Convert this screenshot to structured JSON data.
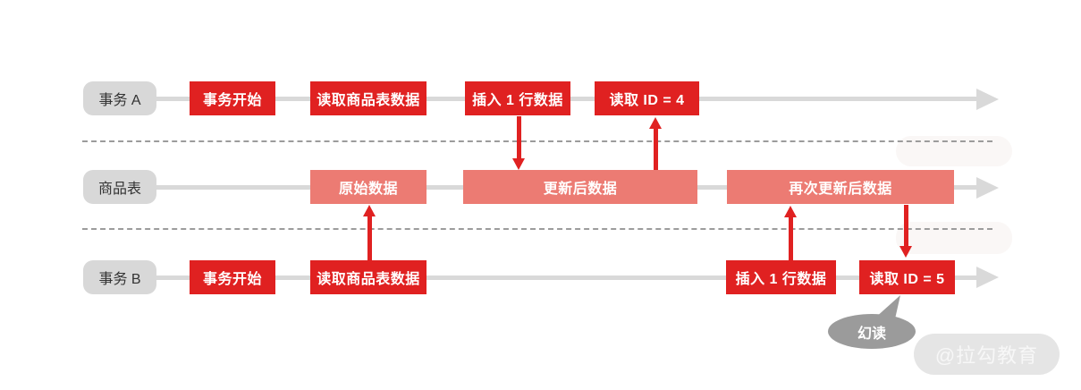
{
  "lanes": [
    {
      "label": "事务 A",
      "boxes": [
        "事务开始",
        "读取商品表数据",
        "插入 1 行数据",
        "读取 ID = 4"
      ]
    },
    {
      "label": "商品表",
      "boxes": [
        "原始数据",
        "更新后数据",
        "再次更新后数据"
      ]
    },
    {
      "label": "事务 B",
      "boxes": [
        "事务开始",
        "读取商品表数据",
        "插入 1 行数据",
        "读取 ID = 5"
      ]
    }
  ],
  "callout": {
    "label": "幻读"
  },
  "watermark": {
    "label": "@拉勾教育"
  },
  "colors": {
    "event_red": "#e02121",
    "table_salmon": "#ec7b73",
    "timeline_gray": "#d9d9d9",
    "pill_gray": "#d8d8d8",
    "pill_text": "#333333",
    "dashed_separator": "#9c9c9c",
    "bubble_gray": "#9b9b9b",
    "watermark_bg": "#e5e5e5",
    "watermark_text": "#f7f7f7"
  }
}
